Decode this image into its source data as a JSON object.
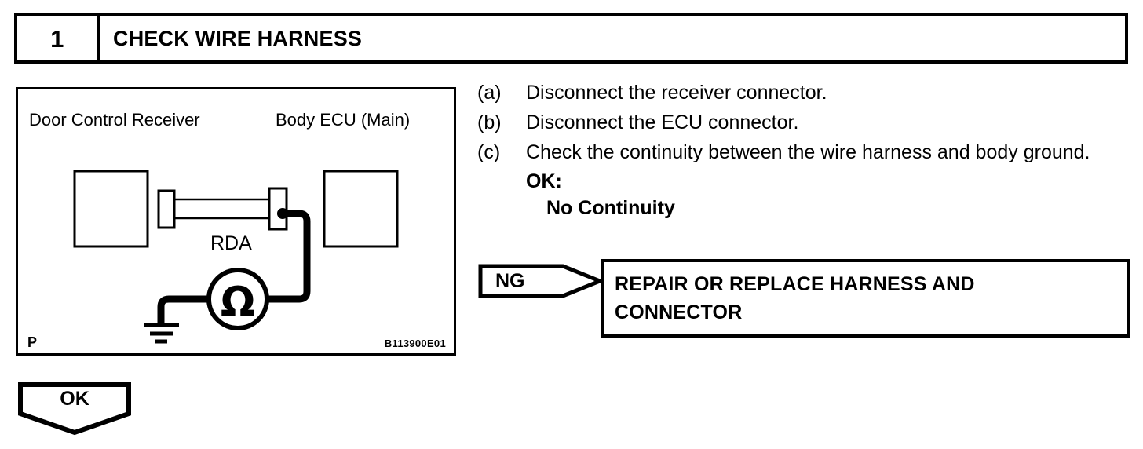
{
  "step": {
    "number": "1",
    "title": "CHECK WIRE HARNESS"
  },
  "figure": {
    "label_left": "Door Control Receiver",
    "label_right": "Body ECU (Main)",
    "wire_label": "RDA",
    "meter_symbol": "Ω",
    "page_mark": "P",
    "reference_code": "B113900E01"
  },
  "instructions": [
    {
      "marker": "(a)",
      "text": "Disconnect the receiver connector."
    },
    {
      "marker": "(b)",
      "text": "Disconnect the ECU connector."
    },
    {
      "marker": "(c)",
      "text": "Check the continuity between the wire harness and body ground."
    }
  ],
  "ok_spec": {
    "label": "OK:",
    "value": "No Continuity"
  },
  "ng_branch": {
    "arrow_label": "NG",
    "result_line_1": "REPAIR OR REPLACE HARNESS AND",
    "result_line_2": "CONNECTOR"
  },
  "ok_continue": {
    "label": "OK"
  },
  "colors": {
    "ink": "#000000",
    "paper": "#ffffff"
  }
}
